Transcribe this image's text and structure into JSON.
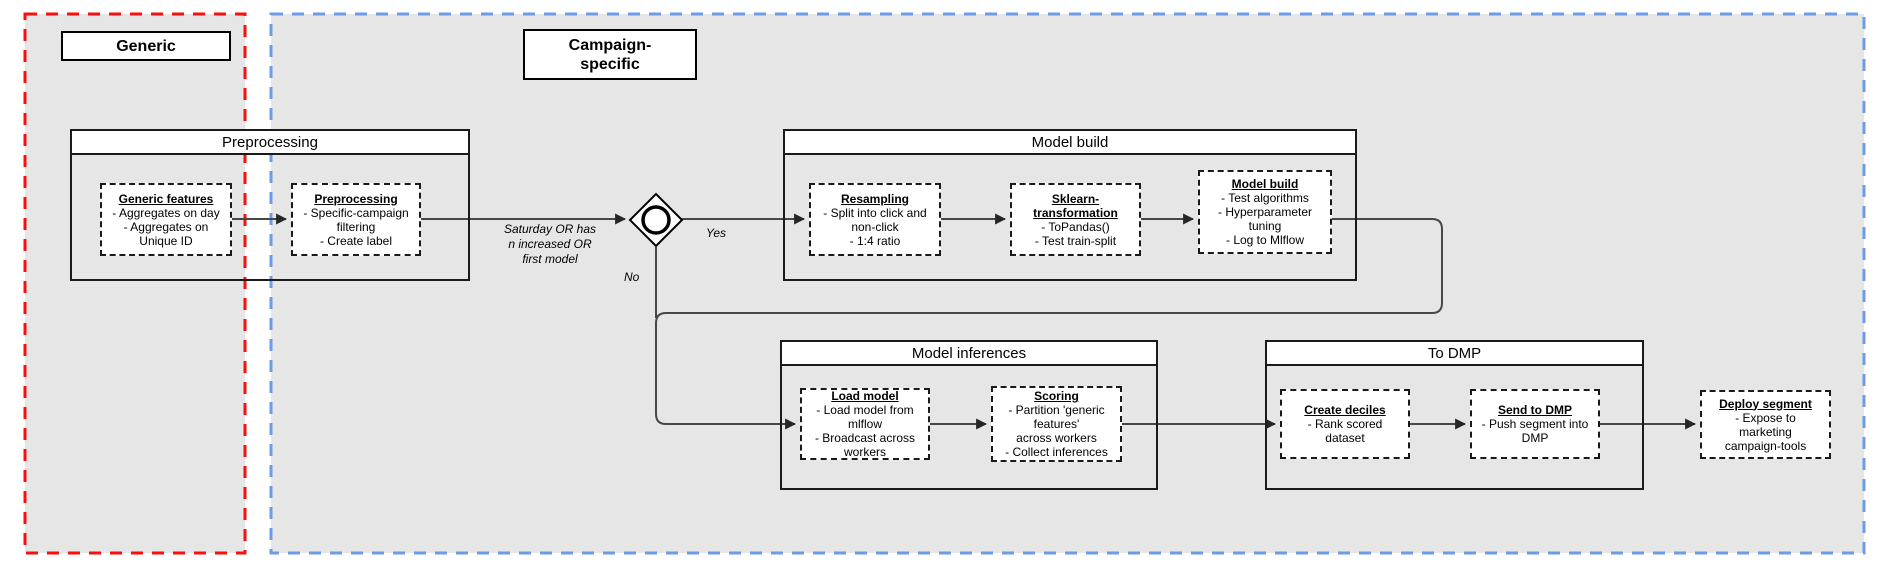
{
  "diagram": {
    "regions": {
      "generic": {
        "label": "Generic",
        "border_color": "#FF0D0D",
        "fill": "#E6E6E6"
      },
      "campaign_specific": {
        "label_lines": [
          "Campaign-",
          "specific"
        ],
        "border_color": "#6C9CE8",
        "fill": "#E6E6E6"
      }
    },
    "containers": {
      "preprocessing": {
        "title": "Preprocessing"
      },
      "model_build": {
        "title": "Model build"
      },
      "model_inferences": {
        "title": "Model inferences"
      },
      "to_dmp": {
        "title": "To DMP"
      }
    },
    "tasks": {
      "generic_features": {
        "title_lines": [
          "Generic features"
        ],
        "lines": [
          "- Aggregates on day",
          "- Aggregates on",
          "Unique ID"
        ]
      },
      "preprocessing_step": {
        "title_lines": [
          "Preprocessing"
        ],
        "lines": [
          "- Specific-campaign",
          "filtering",
          "- Create label"
        ]
      },
      "resampling": {
        "title_lines": [
          "Resampling"
        ],
        "lines": [
          "- Split into click and",
          "non-click",
          "- 1:4 ratio"
        ]
      },
      "sklearn_transformation": {
        "title_lines": [
          "Sklearn-",
          "transformation"
        ],
        "lines": [
          "- ToPandas()",
          "- Test train-split"
        ]
      },
      "model_build_task": {
        "title_lines": [
          "Model build"
        ],
        "lines": [
          "- Test algorithms",
          "- Hyperparameter",
          "tuning",
          "- Log to Mlflow"
        ]
      },
      "load_model": {
        "title_lines": [
          "Load model"
        ],
        "lines": [
          "- Load model from",
          "mlflow",
          "- Broadcast across",
          "workers"
        ]
      },
      "scoring": {
        "title_lines": [
          "Scoring"
        ],
        "lines": [
          "- Partition 'generic",
          "features'",
          "across workers",
          "- Collect inferences"
        ]
      },
      "create_deciles": {
        "title_lines": [
          "Create deciles"
        ],
        "lines": [
          "- Rank scored",
          "dataset"
        ]
      },
      "send_to_dmp": {
        "title_lines": [
          "Send to DMP"
        ],
        "lines": [
          "- Push segment into",
          "DMP"
        ]
      },
      "deploy_segment": {
        "title_lines": [
          "Deploy segment"
        ],
        "lines": [
          "- Expose to",
          "marketing",
          "campaign-tools"
        ]
      }
    },
    "edge_labels": {
      "condition_lines": [
        "Saturday OR has",
        "n increased OR",
        "first model"
      ],
      "yes": "Yes",
      "no": "No"
    },
    "connector_color": "#474747"
  }
}
